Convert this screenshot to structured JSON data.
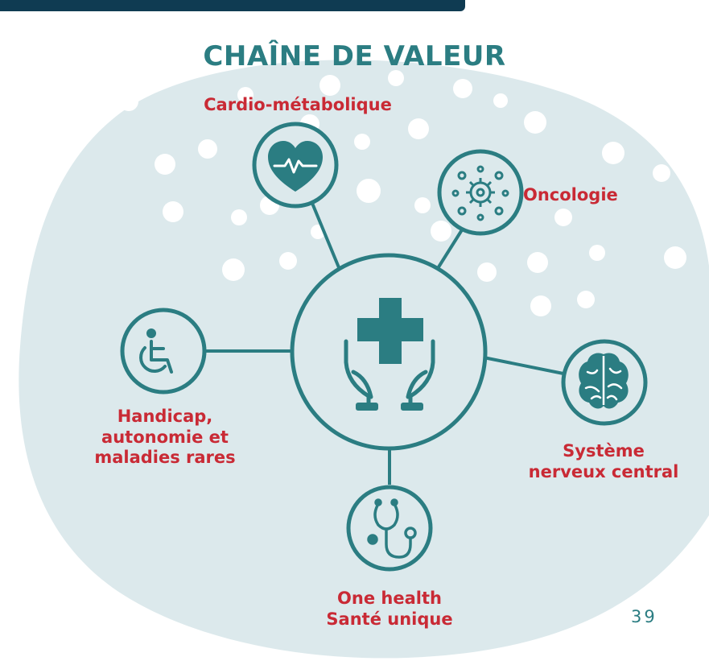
{
  "colors": {
    "teal": "#2b7d82",
    "teal_light": "#dce9ec",
    "red": "#c92a35",
    "navy": "#0f3b52",
    "white": "#ffffff"
  },
  "title": "CHAÎNE DE VALEUR",
  "page_number": "39",
  "nodes": {
    "center": {
      "icon": "hands-medical-cross-icon"
    },
    "cardio": {
      "label": "Cardio-métabolique",
      "icon": "heart-pulse-icon"
    },
    "oncology": {
      "label": "Oncologie",
      "icon": "virus-cell-icon"
    },
    "handicap": {
      "label_lines": [
        "Handicap,",
        "autonomie et",
        "maladies rares"
      ],
      "icon": "wheelchair-icon"
    },
    "snc": {
      "label_lines": [
        "Système",
        "nerveux central"
      ],
      "icon": "brain-icon"
    },
    "onehealth": {
      "label_lines": [
        "One health",
        "Santé unique"
      ],
      "icon": "stethoscope-icon"
    }
  }
}
